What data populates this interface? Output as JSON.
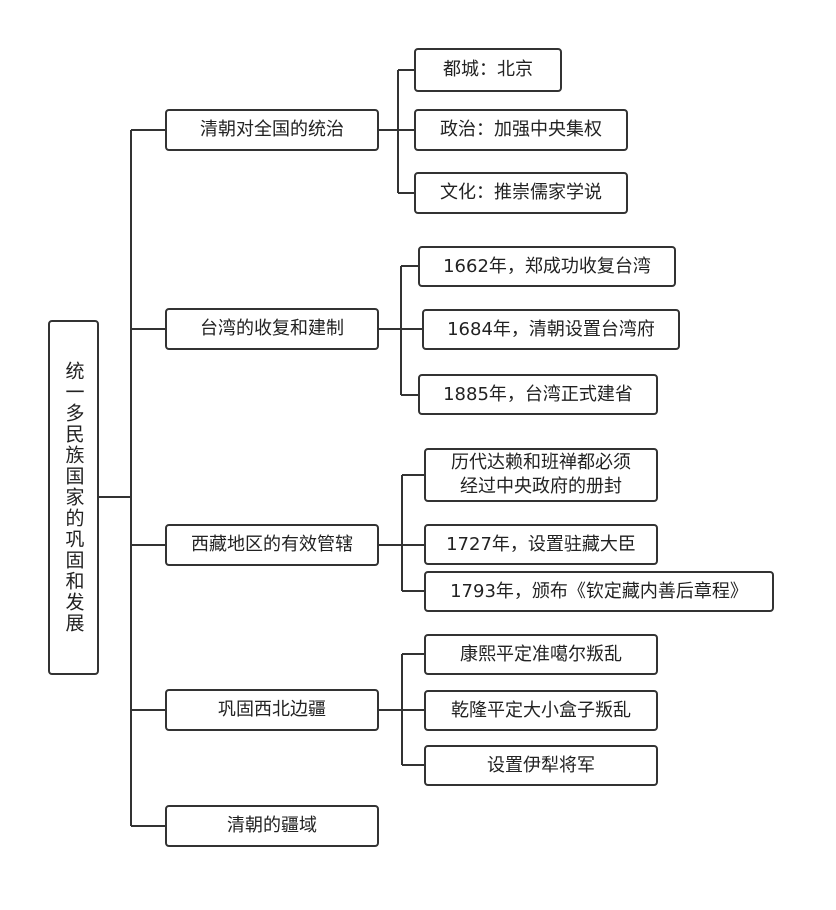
{
  "root": {
    "label": "统一多民族国家的巩固和发展"
  },
  "branches": [
    {
      "label": "清朝对全国的统治",
      "children": [
        "都城：北京",
        "政治：加强中央集权",
        "文化：推崇儒家学说"
      ]
    },
    {
      "label": "台湾的收复和建制",
      "children": [
        "1662年，郑成功收复台湾",
        "1684年，清朝设置台湾府",
        "1885年，台湾正式建省"
      ]
    },
    {
      "label": "西藏地区的有效管辖",
      "children": [
        "历代达赖和班禅都必须\n经过中央政府的册封",
        "1727年，设置驻藏大臣",
        "1793年，颁布《钦定藏内善后章程》"
      ]
    },
    {
      "label": "巩固西北边疆",
      "children": [
        "康熙平定准噶尔叛乱",
        "乾隆平定大小盒子叛乱",
        "设置伊犁将军"
      ]
    },
    {
      "label": "清朝的疆域",
      "children": []
    }
  ]
}
